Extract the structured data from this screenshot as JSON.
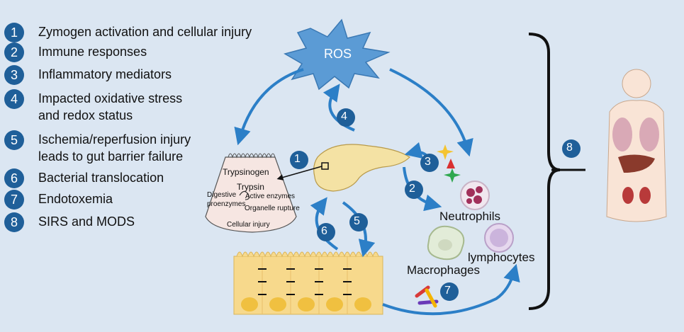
{
  "legend": [
    {
      "num": "1",
      "text": "Zymogen activation and cellular injury",
      "text2": ""
    },
    {
      "num": "2",
      "text": "Immune responses",
      "text2": ""
    },
    {
      "num": "3",
      "text": "Inflammatory mediators",
      "text2": ""
    },
    {
      "num": "4",
      "text": "Impacted oxidative stress",
      "text2": "and redox status"
    },
    {
      "num": "5",
      "text": "Ischemia/reperfusion injury",
      "text2": "leads to  gut barrier failure"
    },
    {
      "num": "6",
      "text": "Bacterial translocation",
      "text2": ""
    },
    {
      "num": "7",
      "text": "Endotoxemia",
      "text2": ""
    },
    {
      "num": "8",
      "text": "SIRS and MODS",
      "text2": ""
    }
  ],
  "ros": "ROS",
  "acinar": {
    "trypsinogen": "Trypsinogen",
    "trypsin": "Trypsin",
    "digestive": "Digestive",
    "proenzymes": "proenzymes",
    "active_enzymes": "Active enzymes",
    "organelle_rupture": "Organelle rupture",
    "cellular_injury": "Cellular injury"
  },
  "cells": {
    "neutrophils": "Neutrophils",
    "lymphocytes": "lymphocytes",
    "macrophages": "Macrophages"
  },
  "badges": {
    "b1": "1",
    "b2": "2",
    "b3": "3",
    "b4": "4",
    "b5": "5",
    "b6": "6",
    "b7": "7",
    "b8": "8"
  },
  "colors": {
    "background": "#dbe6f2",
    "badge": "#1f5f99",
    "arrow": "#2c7fc7",
    "ros": "#5b9bd5"
  }
}
